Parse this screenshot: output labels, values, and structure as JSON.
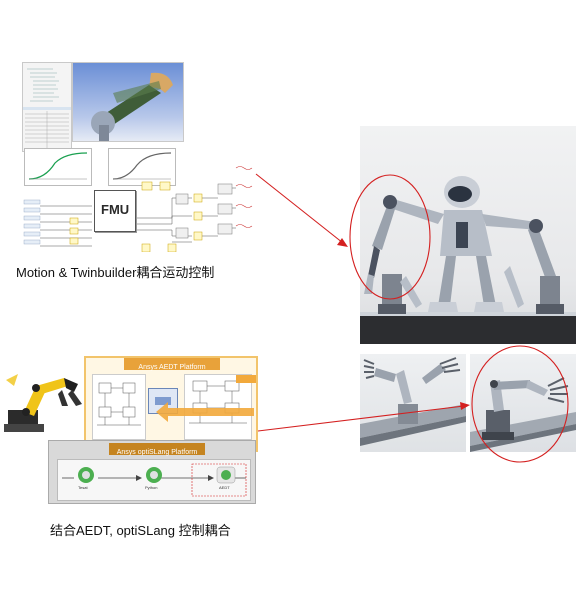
{
  "captions": {
    "top": "Motion & Twinbuilder耦合运动控制",
    "bottom": "结合AEDT, optiSLang 控制耦合"
  },
  "top_figure": {
    "fmu_label": "FMU"
  },
  "bottom_figure": {
    "aedt_platform": "Ansys AEDT Platform",
    "optislang_platform": "Ansys optiSLang Platform",
    "nodes": [
      "Tesat",
      "Python",
      "AEDT"
    ]
  },
  "colors": {
    "arrow": "#d42020",
    "ellipse": "#d42020",
    "platform_orange": "#e8a23a",
    "platform_panel": "#fde9c2"
  }
}
